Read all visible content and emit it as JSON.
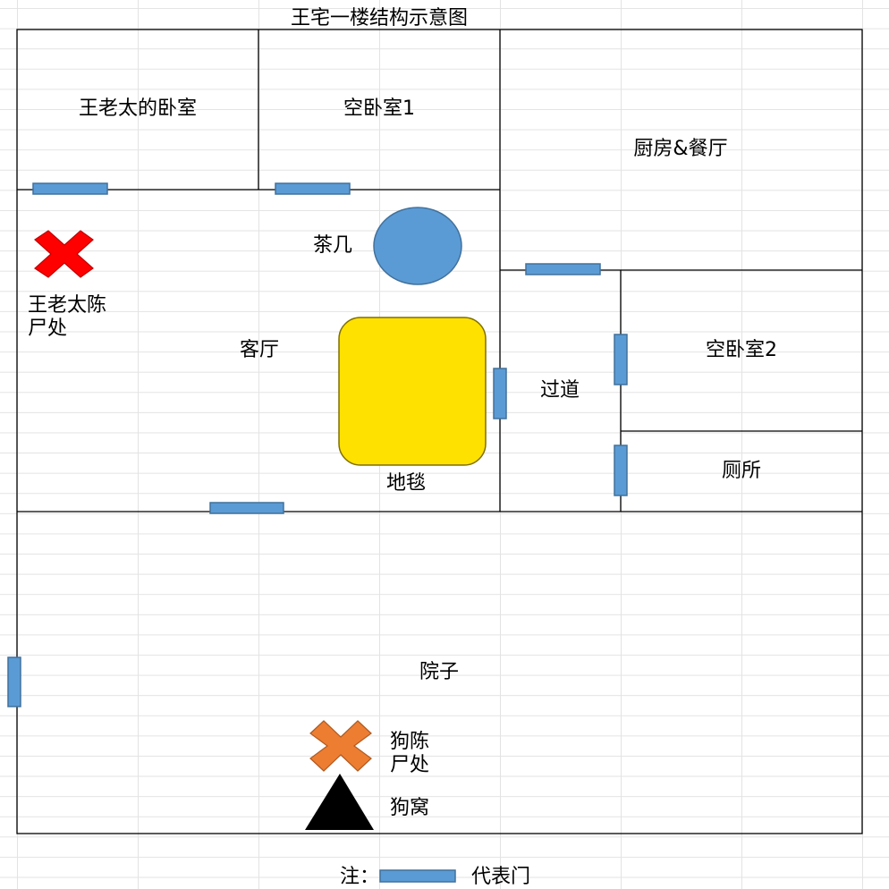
{
  "title": "王宅一楼结构示意图",
  "rooms": {
    "wang_bedroom": "王老太的卧室",
    "empty_bedroom_1": "空卧室1",
    "kitchen_dining": "厨房&餐厅",
    "living_room": "客厅",
    "hallway": "过道",
    "empty_bedroom_2": "空卧室2",
    "toilet": "厕所",
    "yard": "院子"
  },
  "furniture": {
    "tea_table": "茶几",
    "carpet": "地毯",
    "dog_kennel": "狗窝"
  },
  "markers": {
    "wang_body": "王老太陈\n尸处",
    "dog_body": "狗陈\n尸处"
  },
  "legend": {
    "note_label": "注：",
    "door_label": "代表门"
  },
  "colors": {
    "door_fill": "#5b9bd5",
    "door_stroke": "#41719c",
    "tea_table_fill": "#5b9bd5",
    "carpet_fill": "#ffe100",
    "carpet_stroke": "#7f6f00",
    "wang_marker": "#ff0000",
    "dog_marker": "#ed7d31",
    "kennel": "#000000",
    "wall": "#000000"
  }
}
